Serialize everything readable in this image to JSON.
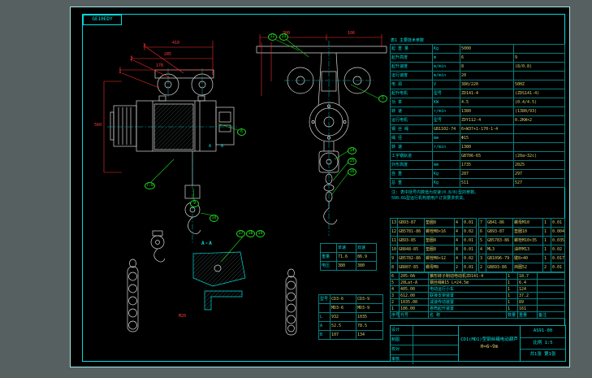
{
  "stamp": "GE10EDY",
  "spec": {
    "caption": "表1 主要技术参数",
    "rows": [
      [
        "起 重 量",
        "Kg",
        "5000",
        ""
      ],
      [
        "起升高度",
        "m",
        "6",
        "9"
      ],
      [
        "起升速度",
        "m/min",
        "8",
        "(8/0.8)"
      ],
      [
        "运行速度",
        "m/min",
        "20",
        ""
      ],
      [
        "电    源",
        "V",
        "380/220",
        "50HZ"
      ],
      [
        "起升电机",
        "型号",
        "ZD141-4",
        "(ZDS141-4)"
      ],
      [
        "功    率",
        "KW",
        "4.5",
        "(0.4/4.5)"
      ],
      [
        "转    速",
        "r/min",
        "1380",
        "(1380/93)"
      ],
      [
        "运行电机",
        "型号",
        "ZDY112-4",
        "0.2KW×2"
      ],
      [
        "钢 丝 绳",
        "GB1102-74",
        "6×W37+1-170-1-4",
        ""
      ],
      [
        "绳    径",
        "mm",
        "Φ15",
        ""
      ],
      [
        "转    速",
        "r/min",
        "1380",
        ""
      ],
      [
        "工字钢轨道",
        "",
        "GB706-65",
        "(20a~32c)"
      ],
      [
        "外形高度",
        "mm",
        "1735",
        "2025"
      ],
      [
        "自    重",
        "Kg",
        "287",
        "297"
      ],
      [
        "总    重",
        "Kg",
        "511",
        "527"
      ]
    ]
  },
  "notes": {
    "label": "注:",
    "line1": "表中括号内数值为双速(0.8/8)型的参数。",
    "line2": "500.6G型运行机构按用户订货要求供货。"
  },
  "bom_left": {
    "rows": [
      [
        "13",
        "GB93-87",
        "垫圈8",
        "4",
        "0.01"
      ],
      [
        "12",
        "GB5781-86",
        "螺栓M8×16",
        "4",
        "0.02"
      ],
      [
        "11",
        "GB93-85",
        "垫圈8",
        "4",
        "0.01"
      ],
      [
        "10",
        "GB848-85",
        "垫圈8",
        "8",
        "0.01"
      ],
      [
        "9",
        "GB5782-86",
        "螺栓M8×12",
        "4",
        "0.02"
      ],
      [
        "8",
        "GB807-85",
        "螺母M8",
        "2",
        "0.01"
      ]
    ]
  },
  "bom_right": {
    "rows": [
      [
        "7",
        "GB41-86",
        "螺母M10",
        "1",
        "0.01"
      ],
      [
        "6",
        "GB93-87",
        "垫圈10",
        "1",
        "0.004"
      ],
      [
        "5",
        "GB5783-86",
        "螺栓M10×35",
        "1",
        "0.035"
      ],
      [
        "4",
        "ML3",
        "油杯M13",
        "1",
        "0.02"
      ],
      [
        "3",
        "GB1096-79",
        "键8×40",
        "1",
        "0.017"
      ],
      [
        "2",
        "GB893-86",
        "挡圈52",
        "2",
        "0.01"
      ]
    ]
  },
  "bom_main": {
    "rows": [
      [
        "6",
        "205-0A",
        "锥形转子制动电动机ZD141-4",
        "1",
        "18.7",
        ""
      ],
      [
        "5",
        "20Lat-A",
        "钢丝绳Φ15 L=24.5m",
        "1",
        "6.4",
        ""
      ],
      [
        "4",
        "405.00",
        "电动运行小车",
        "1",
        "124",
        ""
      ],
      [
        "3",
        "612.00",
        "联接支架装置",
        "1",
        "37.2",
        ""
      ],
      [
        "2",
        "1035.00",
        "减速传动装置",
        "1",
        "89",
        ""
      ],
      [
        "1",
        "106.00",
        "卷筒起升装置",
        "1",
        "161",
        ""
      ],
      [
        "序号",
        "代号",
        "名  称",
        "数量",
        "重量",
        "备注"
      ]
    ]
  },
  "tb": {
    "sig": [
      "设计",
      "制图",
      "校对",
      "审核"
    ],
    "title1": "CD1(MD1)型钢丝绳电动葫芦",
    "title2": "H=6~9m",
    "no": "AS91-00",
    "scale": "比例 1:5",
    "sheet": "共1张 第1张"
  },
  "miniA": {
    "rows": [
      [
        "",
        "单速",
        "双速"
      ],
      [
        "重量",
        "71.6",
        "86.9"
      ],
      [
        "电压",
        "380",
        "380"
      ]
    ]
  },
  "miniB": {
    "rows": [
      [
        "型号",
        "CD3-6",
        "CD3-9"
      ],
      [
        "",
        "MD3-6",
        "MD3-9"
      ],
      [
        "L",
        "932",
        "1035"
      ],
      [
        "A",
        "52.5",
        "78.5"
      ],
      [
        "B",
        "107",
        "134"
      ]
    ]
  },
  "callouts": {
    "red": [
      "1",
      "2",
      "3"
    ],
    "green": [
      "12",
      "13",
      "5",
      "6",
      "7.8",
      "9",
      "10",
      "14",
      "15",
      "16",
      "17",
      "18",
      "19"
    ]
  },
  "dims": [
    "410",
    "285",
    "178",
    "560",
    "300",
    "106"
  ],
  "section": {
    "aa": "A-A",
    "m20": "M20",
    "a1": "A",
    "a2": "A"
  }
}
